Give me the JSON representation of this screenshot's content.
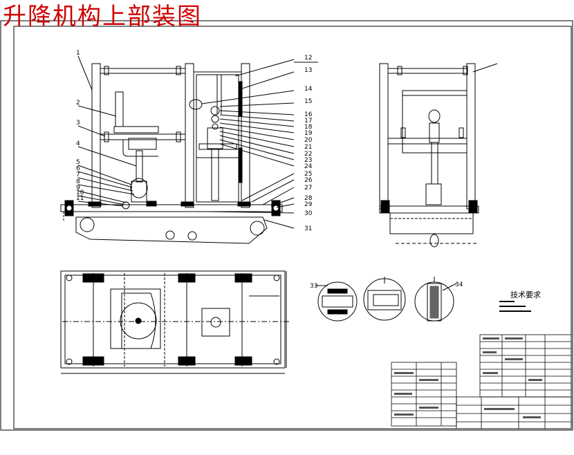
{
  "title": "升降机构上部装图",
  "tech_requirements_title": "技术要求",
  "part_callouts_left": [
    "1",
    "2",
    "3",
    "4",
    "5",
    "6",
    "7",
    "8",
    "9",
    "10",
    "11"
  ],
  "part_callouts_right": [
    "12",
    "13",
    "14",
    "15",
    "16",
    "17",
    "18",
    "19",
    "20",
    "21",
    "22",
    "23",
    "24",
    "25",
    "26",
    "27",
    "28",
    "29",
    "30",
    "31"
  ],
  "detail_callouts": [
    "33",
    "34"
  ]
}
